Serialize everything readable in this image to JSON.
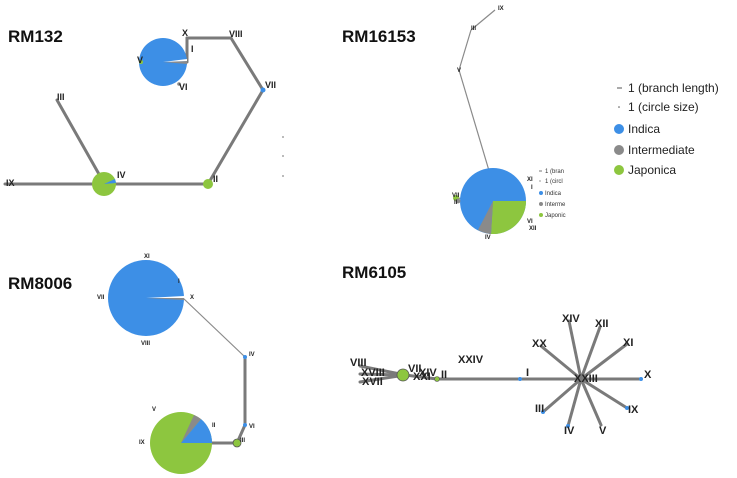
{
  "legend": {
    "branch_length": "1 (branch length)",
    "circle_size": "1 (circle size)",
    "indica": "Indica",
    "intermediate": "Intermediate",
    "japonica": "Japonica"
  },
  "mini_legend": {
    "branch_length": "1 (bran",
    "circle_size": "1 (circl",
    "indica": "Indica",
    "intermediate": "Interme",
    "japonica": "Japonic"
  },
  "colors": {
    "indica": "#3d8fe6",
    "intermediate": "#8a8a8a",
    "japonica": "#8dc63f"
  },
  "panels": {
    "rm132": {
      "title": "RM132",
      "labels": {
        "I": "I",
        "II": "II",
        "III": "III",
        "IV": "IV",
        "V": "V",
        "VI": "VI",
        "VII": "VII",
        "VIII": "VIII",
        "IX": "IX",
        "X": "X"
      }
    },
    "rm16153": {
      "title": "RM16153",
      "labels": {
        "I": "I",
        "II": "II",
        "III": "III",
        "IV": "IV",
        "V": "V",
        "VI": "VI",
        "VII": "VII",
        "IX": "IX",
        "XI": "XI",
        "XII": "XII"
      }
    },
    "rm8006": {
      "title": "RM8006",
      "labels": {
        "I": "I",
        "II": "II",
        "III": "III",
        "IV": "IV",
        "V": "V",
        "VI": "VI",
        "VII": "VII",
        "VIII": "VIII",
        "IX": "IX",
        "X": "X",
        "XI": "XI"
      }
    },
    "rm6105": {
      "title": "RM6105",
      "labels": {
        "I": "I",
        "II": "II",
        "III": "III",
        "IV": "IV",
        "V": "V",
        "IX": "IX",
        "X": "X",
        "XI": "XI",
        "XII": "XII",
        "XIV": "XIV",
        "XX": "XX",
        "XXIII": "XXIII",
        "XXIV": "XXIV",
        "VIII": "VIII",
        "VII": "VII",
        "XVIII": "XVIII",
        "XVII": "XVII",
        "XXI": "XXI",
        "XIV_b": "XIV"
      }
    }
  }
}
